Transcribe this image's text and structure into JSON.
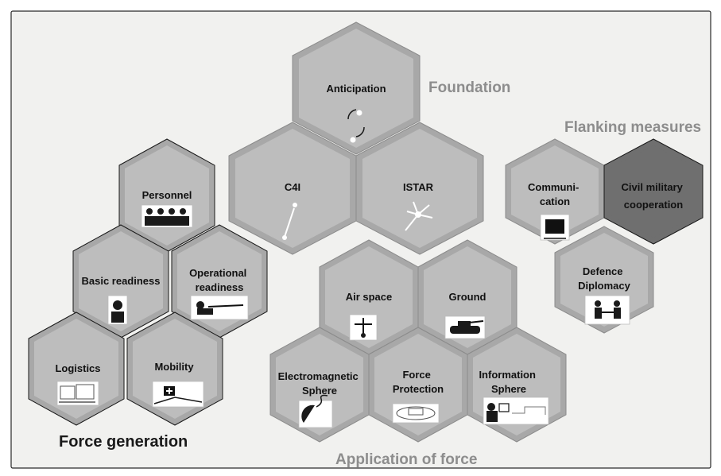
{
  "groups": {
    "foundation": {
      "title": "Foundation",
      "hexes": {
        "anticipation": "Anticipation",
        "c4i": "C4I",
        "istar": "ISTAR"
      }
    },
    "flanking": {
      "title": "Flanking measures",
      "hexes": {
        "communication": [
          "Communi-",
          "cation"
        ],
        "civil": [
          "Civil military",
          "cooperation"
        ],
        "defence": [
          "Defence",
          "Diplomacy"
        ]
      }
    },
    "force_generation": {
      "title": "Force generation",
      "hexes": {
        "personnel": "Personnel",
        "basic": "Basic readiness",
        "operational": [
          "Operational",
          "readiness"
        ],
        "logistics": "Logistics",
        "mobility": "Mobility"
      }
    },
    "application": {
      "title": "Application of  force",
      "hexes": {
        "air": "Air space",
        "ground": "Ground",
        "em": [
          "Electromagnetic",
          "Sphere"
        ],
        "protection": [
          "Force",
          "Protection"
        ],
        "info": [
          "Information",
          "Sphere"
        ]
      }
    }
  }
}
